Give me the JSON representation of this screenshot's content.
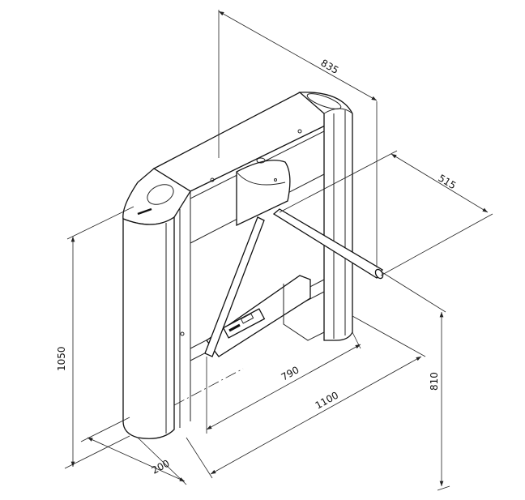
{
  "title": "Tripod turnstile dimension drawing",
  "dimensions": {
    "total_length": "835",
    "arm_length": "515",
    "height": "1050",
    "arm_height": "810",
    "passage_width": "790",
    "overall_width": "1100",
    "pillar_depth": "200"
  },
  "colors": {
    "line": "#222222",
    "background": "#ffffff"
  }
}
